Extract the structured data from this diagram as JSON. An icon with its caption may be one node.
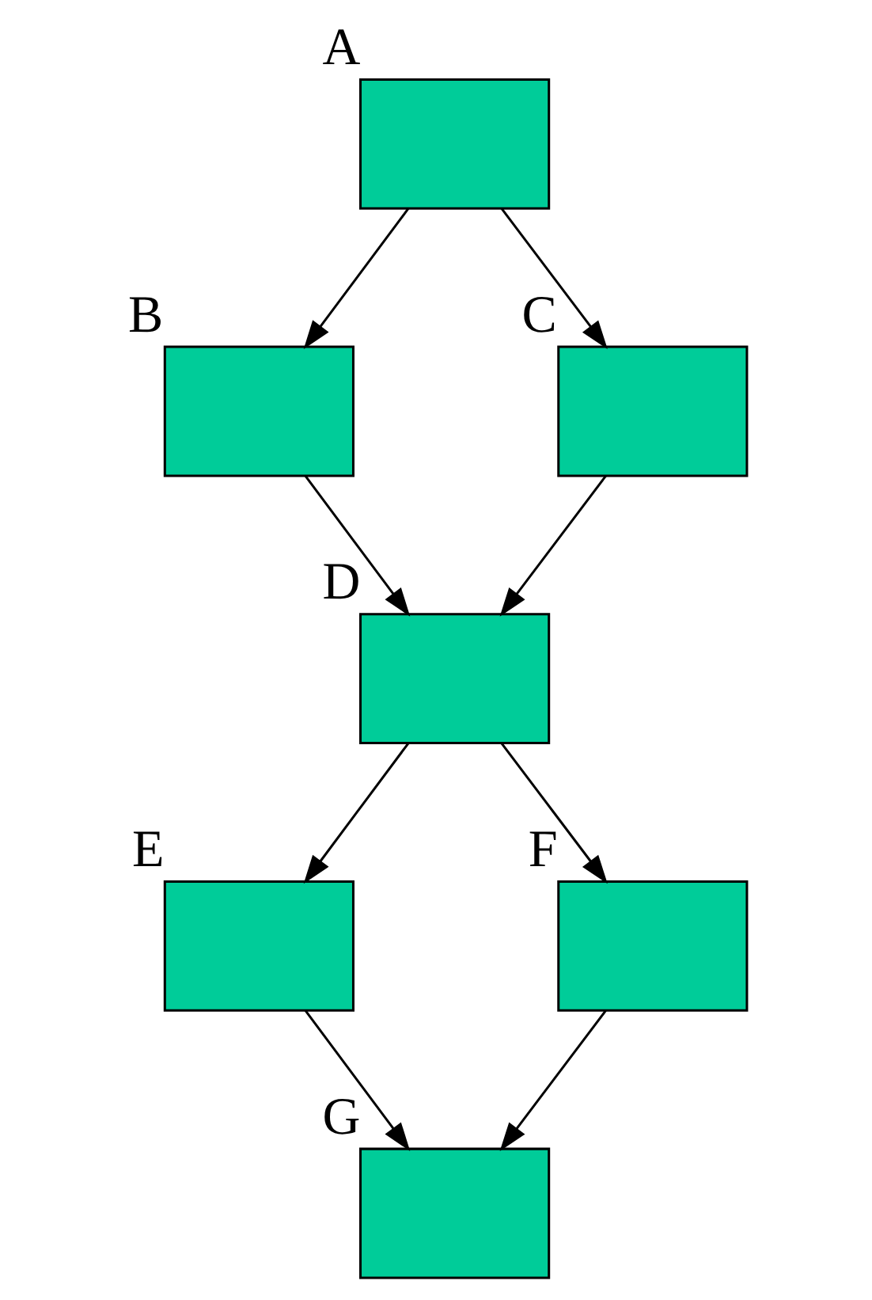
{
  "diagram": {
    "nodes": [
      {
        "text": [
          "A"
        ]
      },
      {
        "text": [
          "B"
        ]
      },
      {
        "text": [
          "C"
        ]
      },
      {
        "text": [
          "D"
        ]
      },
      {
        "text": [
          "E"
        ]
      },
      {
        "text": [
          "F"
        ]
      },
      {
        "text": [
          "G"
        ]
      }
    ],
    "edges": [
      {
        "from": 0,
        "to": 1,
        "arrow": "to"
      },
      {
        "from": 0,
        "to": 2,
        "arrow": "to"
      },
      {
        "from": 1,
        "to": 3,
        "arrow": "to"
      },
      {
        "from": 2,
        "to": 3,
        "arrow": "to"
      },
      {
        "from": 3,
        "to": 4,
        "arrow": "to"
      },
      {
        "from": 3,
        "to": 5,
        "arrow": "to"
      },
      {
        "from": 4,
        "to": 6,
        "arrow": "to"
      },
      {
        "from": 5,
        "to": 6,
        "arrow": "to"
      }
    ]
  }
}
